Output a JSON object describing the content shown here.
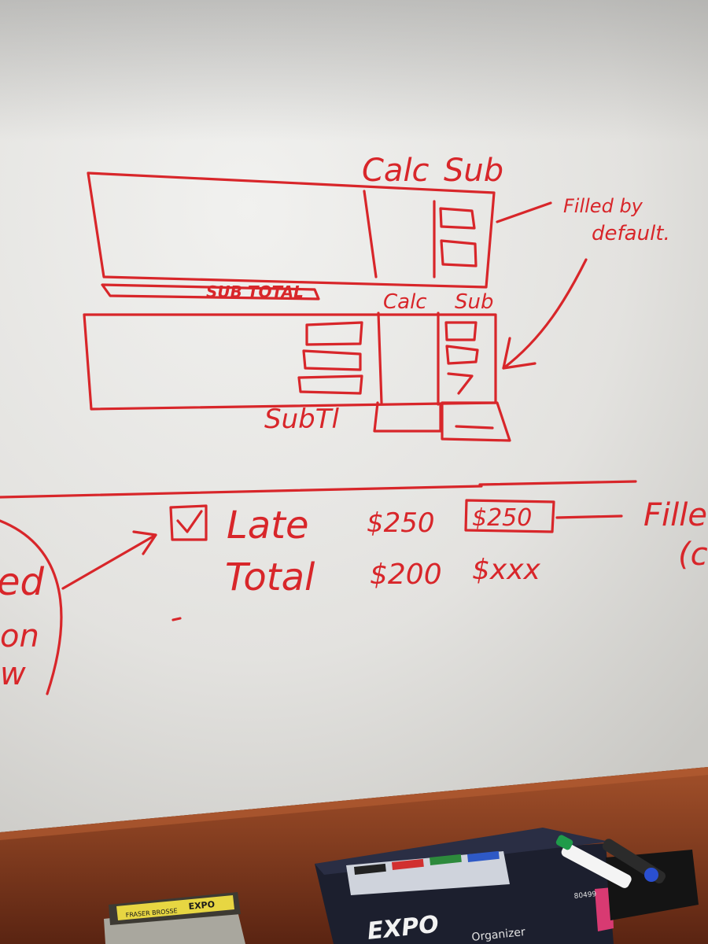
{
  "whiteboard": {
    "colors": {
      "board_light": "#ecebe9",
      "board_dark": "#cfcfcc",
      "marker_red": "#d8262a",
      "tray_wood": "#8a3c1c"
    },
    "sketch1": {
      "header_calc": "Calc",
      "header_sub": "Sub",
      "footer_label": "SUB TOTAL",
      "annotation_line1": "Filled by",
      "annotation_line2": "default."
    },
    "sketch2": {
      "header_calc": "Calc",
      "header_sub": "Sub",
      "footer_label": "SubTl"
    },
    "sketch3": {
      "row1_label": "Late",
      "row1_amount": "$250",
      "row1_boxed_amount": "$250",
      "row2_label": "Total",
      "row2_amount": "$200",
      "row2_calc": "$xxx",
      "right_note_line1": "Fille",
      "right_note_line2": "(c",
      "left_note_line1": "ed",
      "left_note_line2": "on",
      "left_note_line3": "w"
    }
  },
  "desk_items": {
    "eraser_brand": "EXPO",
    "eraser_label": "FRASER BROSSE",
    "marker_box_brand": "EXPO",
    "marker_box_subtitle": "Organizer",
    "marker_box_code": "80499"
  }
}
